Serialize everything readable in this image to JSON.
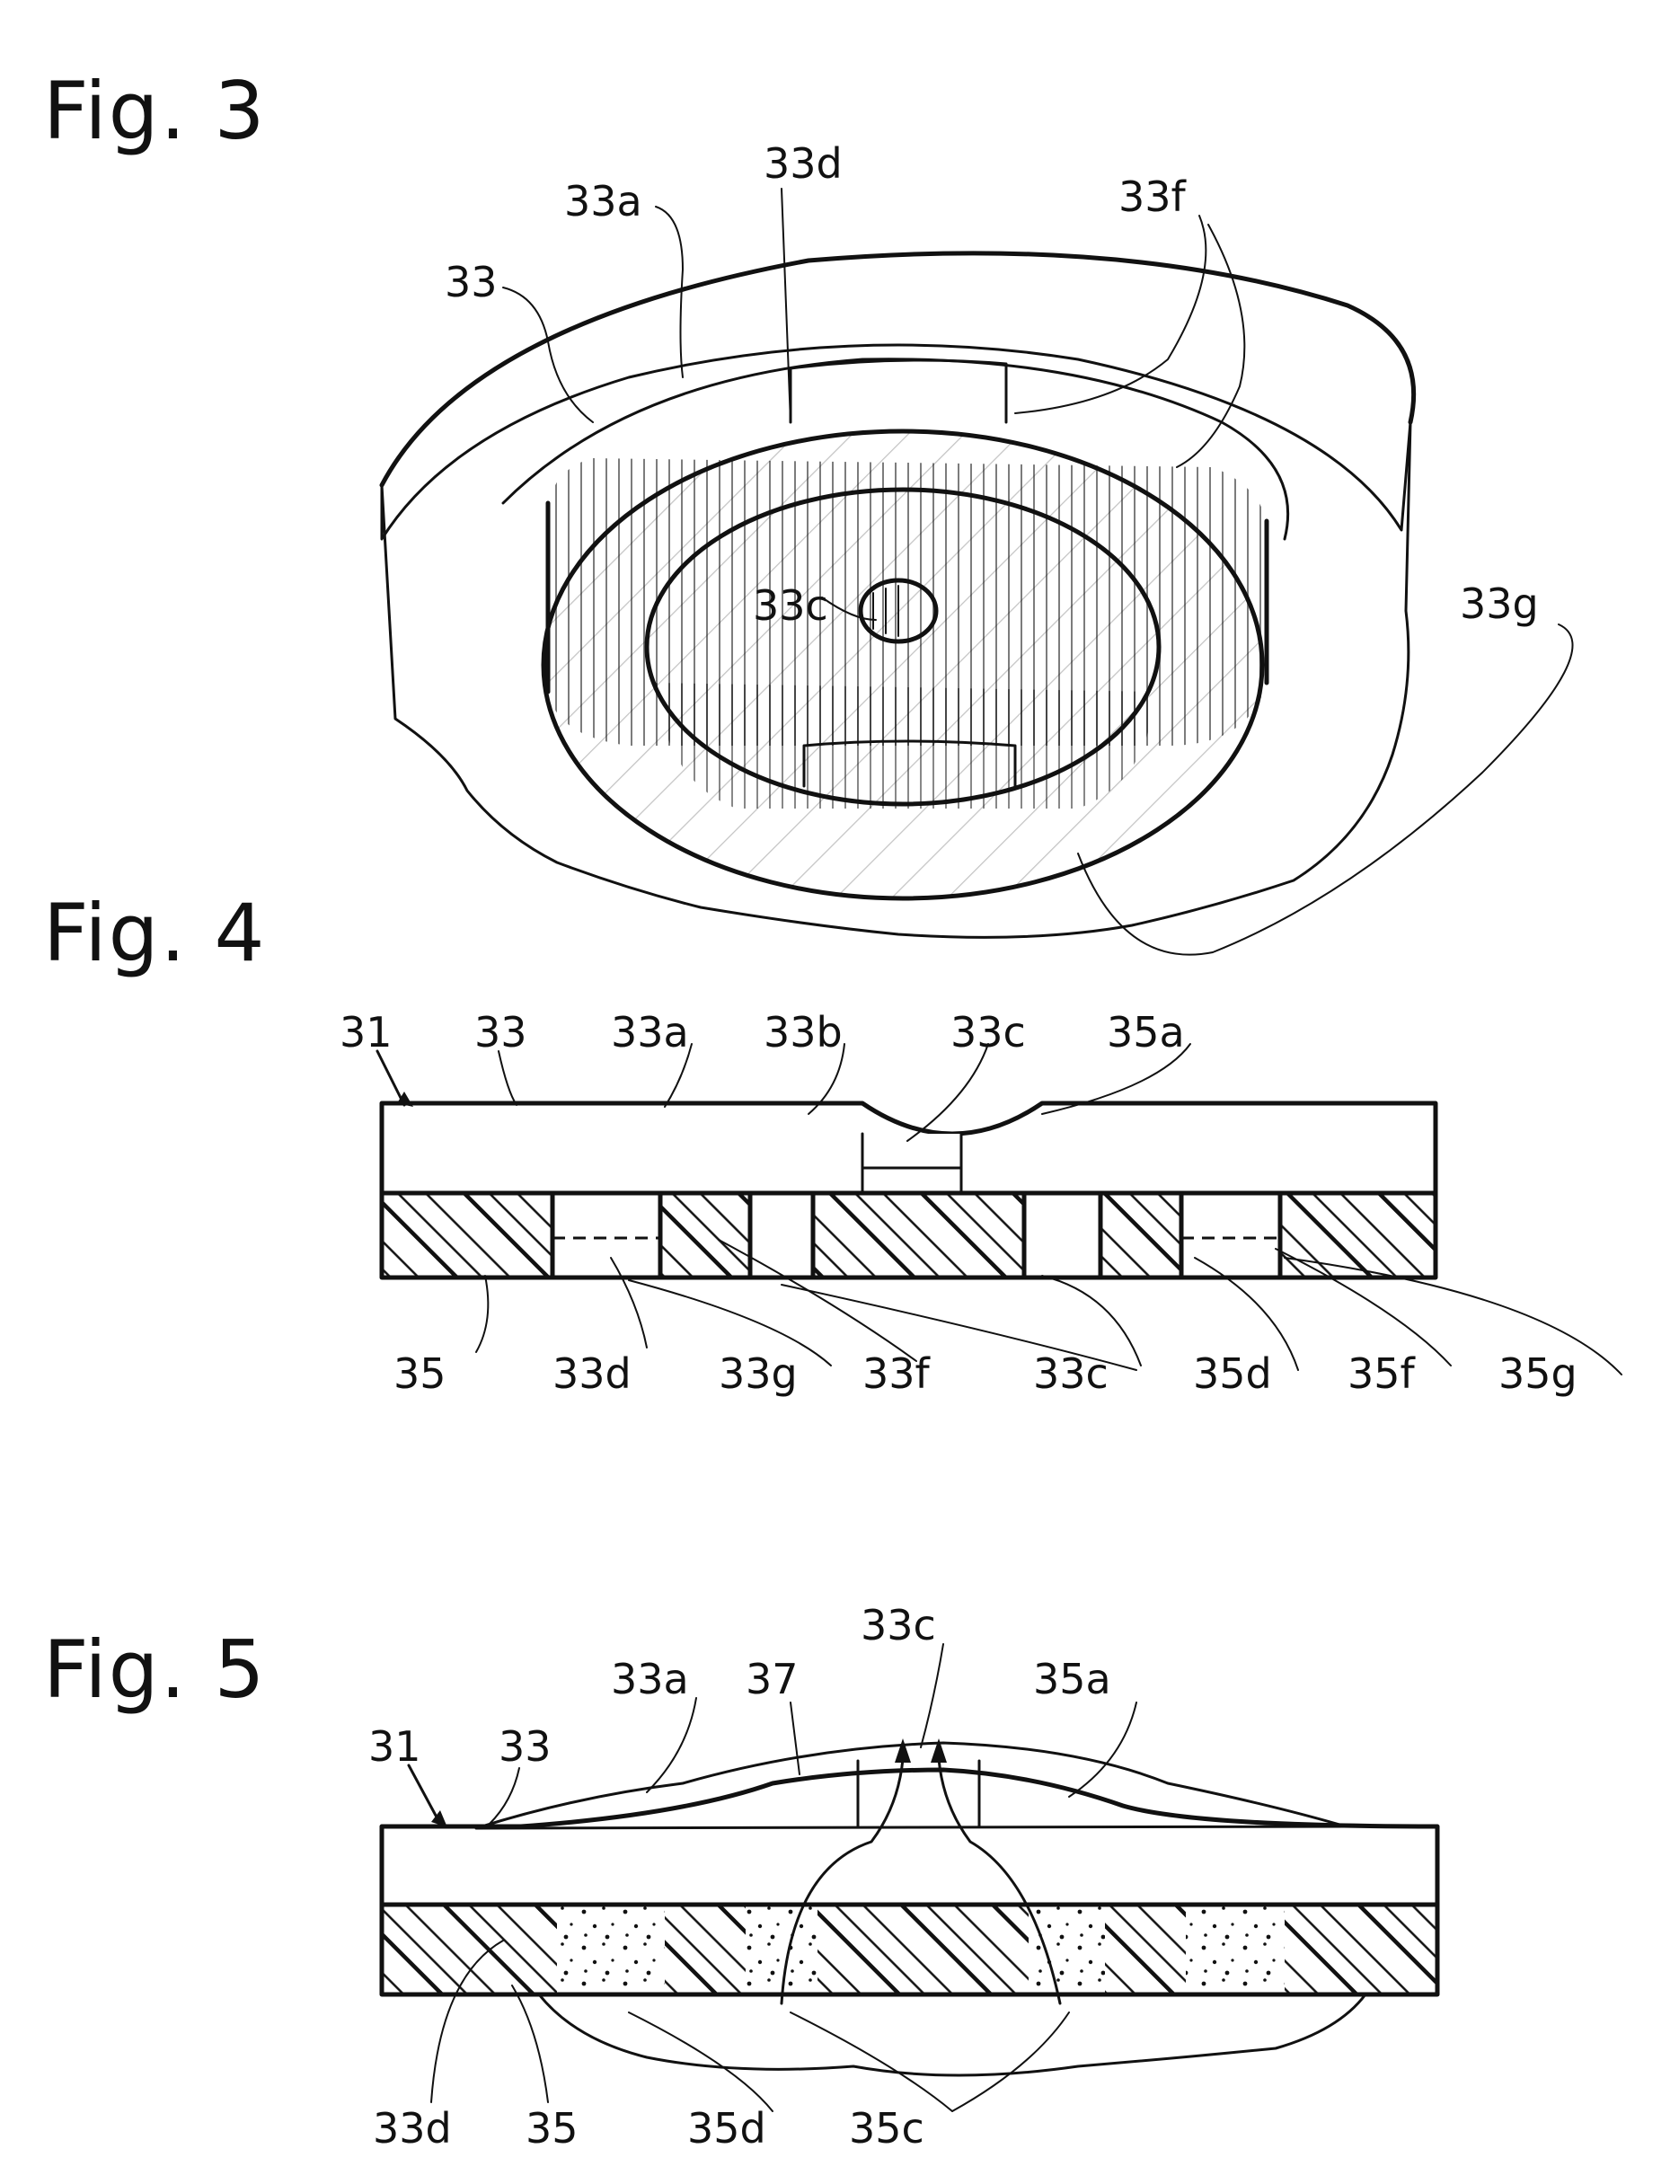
{
  "fig3": {
    "title": "Fig. 3",
    "labels": {
      "l33": "33",
      "l33a": "33a",
      "l33d": "33d",
      "l33f": "33f",
      "l33c": "33c",
      "l33g": "33g"
    }
  },
  "fig4": {
    "title": "Fig. 4",
    "top_labels": {
      "l31": "31",
      "l33": "33",
      "l33a": "33a",
      "l33b": "33b",
      "l33c": "33c",
      "l35a": "35a"
    },
    "bottom_labels": {
      "l35": "35",
      "l33d": "33d",
      "l33g": "33g",
      "l33f": "33f",
      "l33c": "33c",
      "l35d": "35d",
      "l35f": "35f",
      "l35g": "35g"
    }
  },
  "fig5": {
    "title": "Fig. 5",
    "top_labels": {
      "l31": "31",
      "l33": "33",
      "l33a": "33a",
      "l37": "37",
      "l33c": "33c",
      "l35a": "35a"
    },
    "bottom_labels": {
      "l33d": "33d",
      "l35": "35",
      "l35d": "35d",
      "l35c": "35c"
    }
  }
}
